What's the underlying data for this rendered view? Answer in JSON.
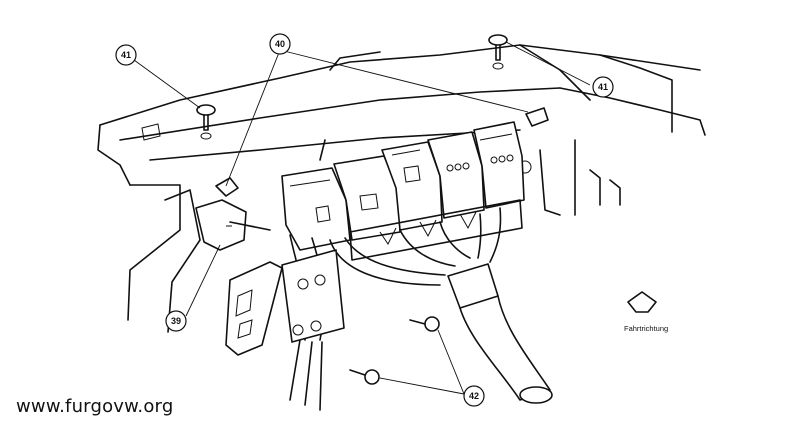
{
  "diagram": {
    "callouts": [
      {
        "id": "c41a",
        "label": "41"
      },
      {
        "id": "c40",
        "label": "40"
      },
      {
        "id": "c41b",
        "label": "41"
      },
      {
        "id": "c39",
        "label": "39"
      },
      {
        "id": "c42",
        "label": "42"
      }
    ],
    "direction_label": "Fahrtrichtung",
    "watermark": "www.furgovw.org"
  }
}
